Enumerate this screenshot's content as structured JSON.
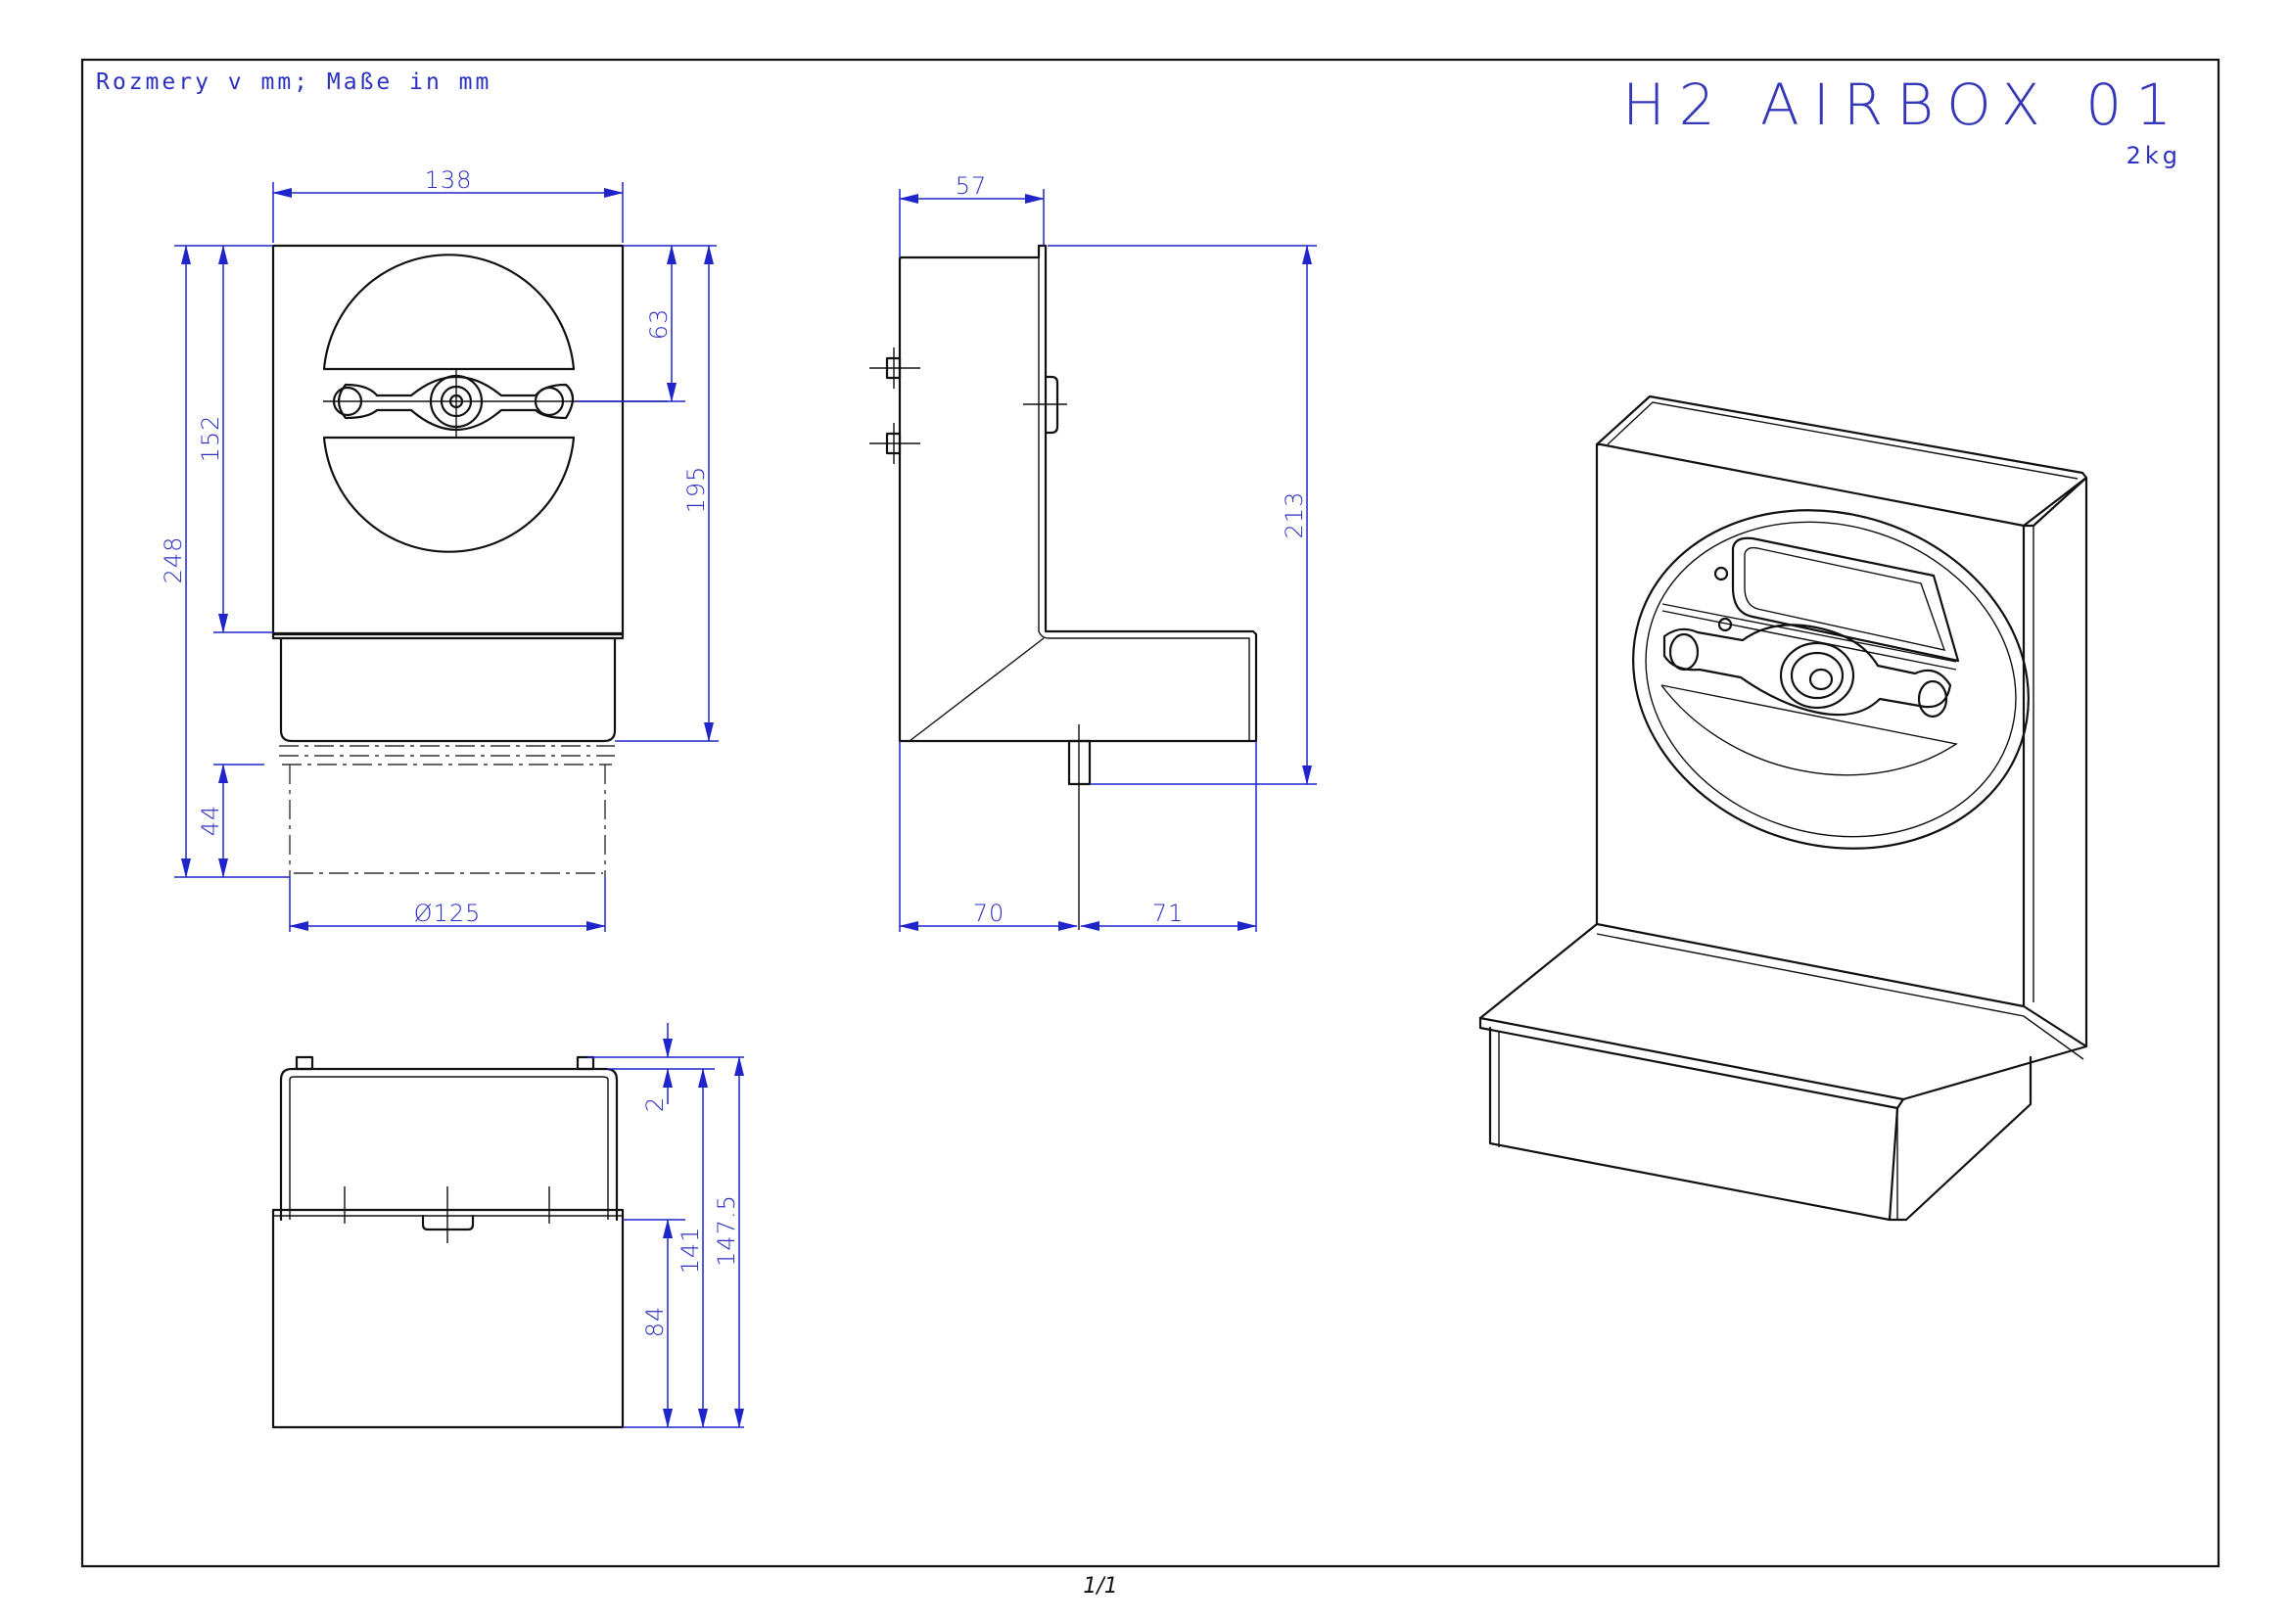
{
  "sheet": {
    "units_note": "Rozmery v mm; Maße in mm",
    "title": "H2 AIRBOX 01",
    "weight": "2kg",
    "page_number": "1/1"
  },
  "front_view": {
    "dim_width": "138",
    "dim_top_to_center": "63",
    "dim_plate_height": "152",
    "dim_total_height": "248",
    "dim_to_box_bottom": "195",
    "dim_spigot_height": "44",
    "dim_spigot_diameter": "Ø125"
  },
  "side_view": {
    "dim_depth_top": "57",
    "dim_height": "213",
    "dim_left_to_spigot": "70",
    "dim_spigot_to_right": "71"
  },
  "bottom_view": {
    "dim_flange": "2",
    "dim_lower_box": "84",
    "dim_height_a": "141",
    "dim_height_b": "147.5"
  },
  "colors": {
    "dimension": "#1f25c8",
    "outline": "#111111",
    "paper": "#ffffff"
  }
}
